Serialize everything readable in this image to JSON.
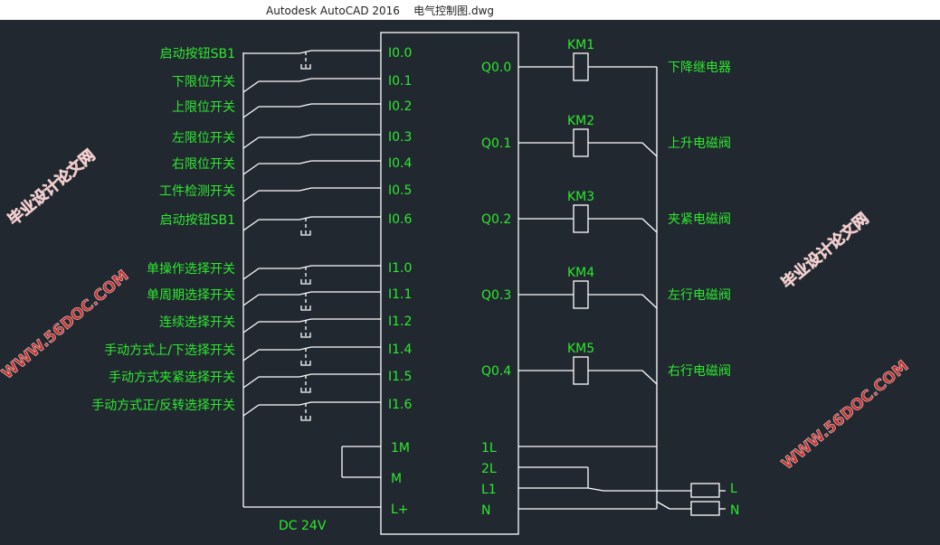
{
  "window": {
    "title": "Autodesk AutoCAD 2016    电气控制图.dwg"
  },
  "colors": {
    "background": "#212830",
    "wire": "#ffffff",
    "text": "#2ee82e",
    "watermark": "#c8302c"
  },
  "inputs": [
    {
      "label": "启动按钮SB1",
      "address": "I0.0",
      "nc": false
    },
    {
      "label": "下限位开关",
      "address": "I0.1",
      "nc": false
    },
    {
      "label": "上限位开关",
      "address": "I0.2",
      "nc": false
    },
    {
      "label": "左限位开关",
      "address": "I0.3",
      "nc": false
    },
    {
      "label": "右限位开关",
      "address": "I0.4",
      "nc": false
    },
    {
      "label": "工件检测开关",
      "address": "I0.5",
      "nc": false
    },
    {
      "label": "启动按钮SB1",
      "address": "I0.6",
      "nc": false
    },
    {
      "label": "单操作选择开关",
      "address": "I1.0",
      "nc": false
    },
    {
      "label": "单周期选择开关",
      "address": "I1.1",
      "nc": false
    },
    {
      "label": "连续选择开关",
      "address": "I1.2",
      "nc": false
    },
    {
      "label": "手动方式上/下选择开关",
      "address": "I1.4",
      "nc": false
    },
    {
      "label": "手动方式夹紧选择开关",
      "address": "I1.5",
      "nc": false
    },
    {
      "label": "手动方式正/反转选择开关",
      "address": "I1.6",
      "nc": false
    }
  ],
  "outputs": [
    {
      "address": "Q0.0",
      "coil": "KM1",
      "label": "下降继电器"
    },
    {
      "address": "Q0.1",
      "coil": "KM2",
      "label": "上升电磁阀"
    },
    {
      "address": "Q0.2",
      "coil": "KM3",
      "label": "夹紧电磁阀"
    },
    {
      "address": "Q0.3",
      "coil": "KM4",
      "label": "左行电磁阀"
    },
    {
      "address": "Q0.4",
      "coil": "KM5",
      "label": "右行电磁阀"
    }
  ],
  "power_left": {
    "m1": "1M",
    "m": "M",
    "lplus": "L+",
    "supply": "DC  24V"
  },
  "power_right": {
    "l1": "1L",
    "l2": "2L",
    "line": "L1",
    "neutral": "N",
    "out_l": "L",
    "out_n": "N"
  },
  "watermark": {
    "site": "WWW.56DOC.COM",
    "name": "毕业设计论文网"
  }
}
